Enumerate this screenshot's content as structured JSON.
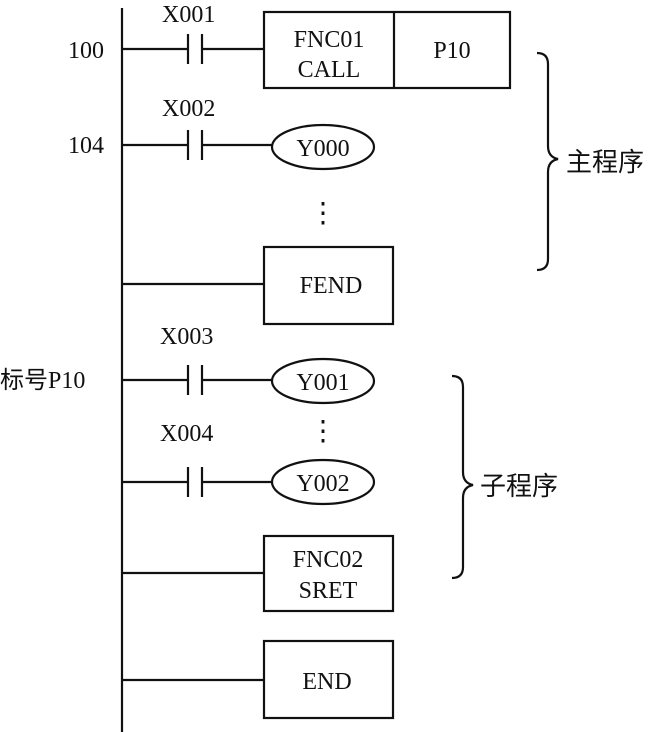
{
  "rungs": {
    "call": {
      "step": "100",
      "contact": "X001",
      "instr_line1": "FNC01",
      "instr_line2": "CALL",
      "operand": "P10"
    },
    "out_main": {
      "step": "104",
      "contact": "X002",
      "coil": "Y000"
    },
    "fend": {
      "instr": "FEND"
    },
    "sub_first": {
      "label": "标号P10",
      "contact": "X003",
      "coil": "Y001"
    },
    "sub_second": {
      "contact": "X004",
      "coil": "Y002"
    },
    "sret": {
      "instr_line1": "FNC02",
      "instr_line2": "SRET"
    },
    "end": {
      "instr": "END"
    }
  },
  "braces": {
    "main": "主程序",
    "sub": "子程序"
  },
  "ellipsis": "⋮"
}
